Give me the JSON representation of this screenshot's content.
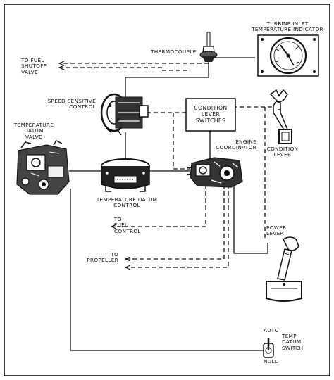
{
  "labels": {
    "turbine_inlet_indicator": "TURBINE INLET\nTEMPERATURE INDICATOR",
    "thermocouple": "THERMOCOUPLE",
    "to_fuel_shutoff_valve": "TO FUEL\nSHUTOFF\nVALVE",
    "speed_sensitive_control": "SPEED SENSITIVE\nCONTROL",
    "temperature_datum_valve": "TEMPERATURE\nDATUM\nVALVE",
    "condition_lever_switches": "CONDITION\nLEVER\nSWITCHES",
    "condition_lever": "CONDITION\nLEVER",
    "engine_coordinator": "ENGINE\nCOORDINATOR",
    "temperature_datum_control": "TEMPERATURE DATUM\nCONTROL",
    "to_fuel_control": "TO\nFUEL\nCONTROL",
    "power_lever": "POWER\nLEVER",
    "to_propeller": "TO\nPROPELLER",
    "auto": "AUTO",
    "null": "NULL",
    "temp_datum_switch": "TEMP\nDATUM\nSWITCH"
  },
  "icons": {
    "indicator": "temperature-gauge-icon",
    "thermocouple": "thermocouple-probe-icon",
    "speed_control": "speed-sensitive-control-icon",
    "datum_valve": "temperature-datum-valve-icon",
    "datum_control": "temperature-datum-control-icon",
    "coordinator": "engine-coordinator-icon",
    "condition_lever": "condition-lever-icon",
    "power_lever": "power-lever-icon",
    "toggle_switch": "toggle-switch-icon"
  },
  "colors": {
    "ink": "#111111",
    "background": "#ffffff"
  }
}
